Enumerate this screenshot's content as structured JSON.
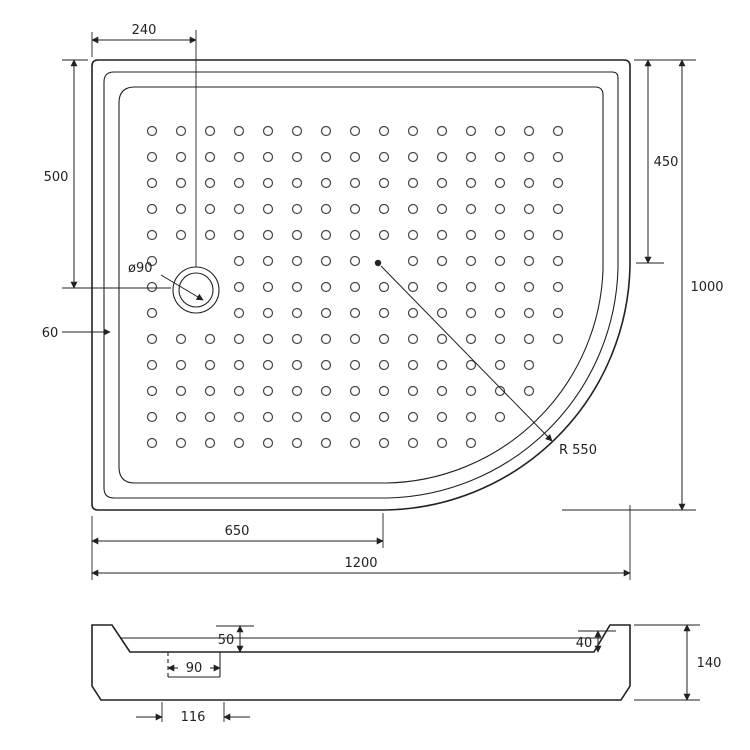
{
  "meta": {
    "type": "technical-drawing",
    "subject": "asymmetric rounded shower tray, plan and section views"
  },
  "top_view": {
    "dims": {
      "drain_offset_top": "240",
      "drain_depth_left": "500",
      "rim_width": "60",
      "center_offset_right": "450",
      "overall_height": "1000",
      "bottom_offset": "650",
      "overall_width": "1200"
    },
    "corner_radius_label": "R 550",
    "drain_diameter_label": "ø90"
  },
  "section_view": {
    "dims": {
      "basin_depth_left": "50",
      "basin_depth_right": "40",
      "overall_thickness": "140",
      "drain_recess_width": "90",
      "drain_recess_outer": "116"
    }
  }
}
